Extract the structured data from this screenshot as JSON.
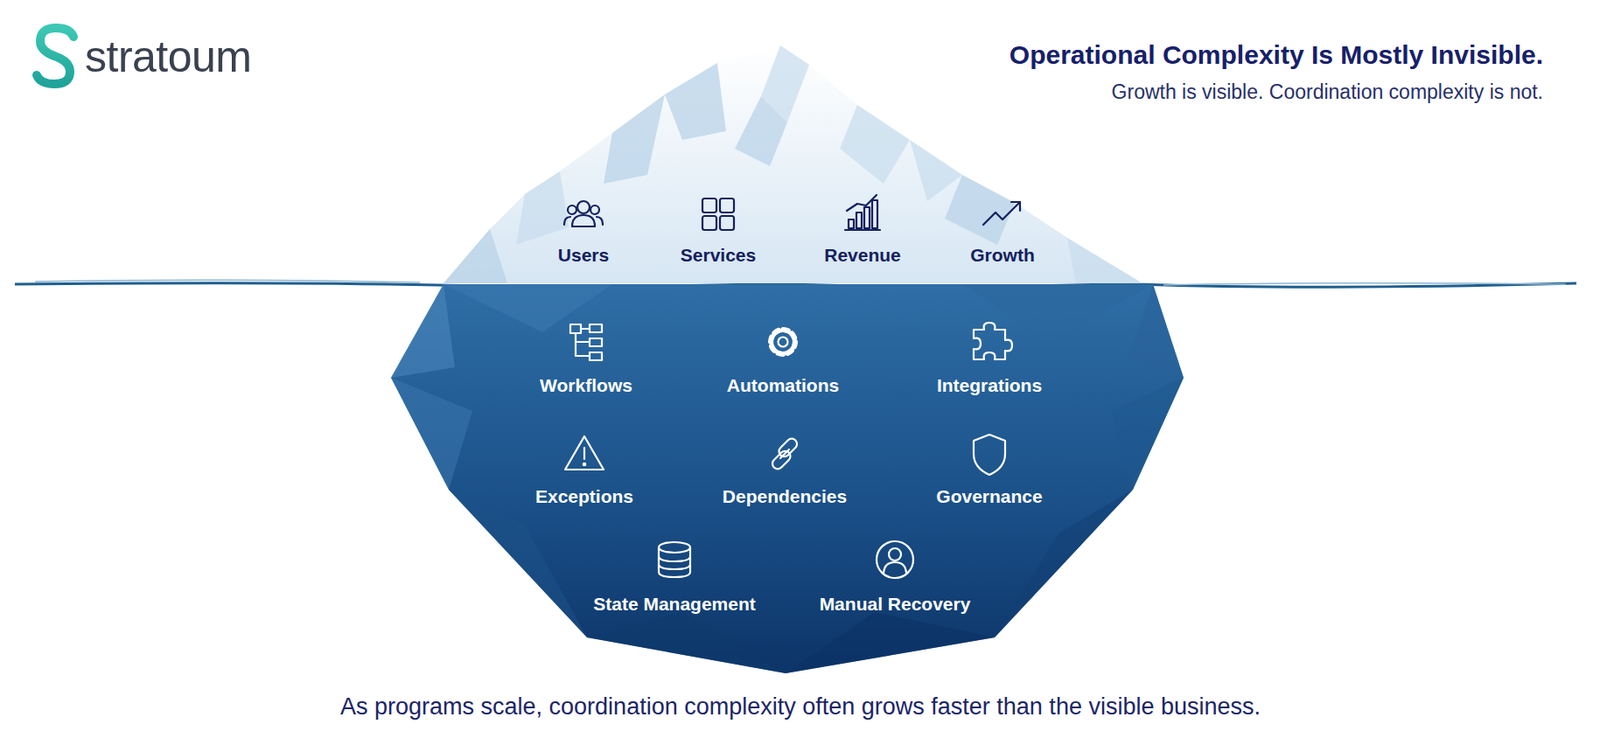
{
  "diagram": {
    "title": "Operational Complexity Is Mostly Invisible.",
    "caption": "As programs scale, coordination complexity often grows faster than the visible business.",
    "nodes": [
      {
        "text": [
          "Users",
          "Services",
          "Revenue",
          "Growth"
        ]
      },
      {
        "text": [
          "Workflows",
          "Automations",
          "Integrations",
          "Exceptions",
          "Dependencies",
          "Governance",
          "State Management",
          "Manual Recovery"
        ]
      }
    ],
    "labels": [
      "stratoum",
      "Growth is visible. Coordination complexity is not."
    ]
  }
}
